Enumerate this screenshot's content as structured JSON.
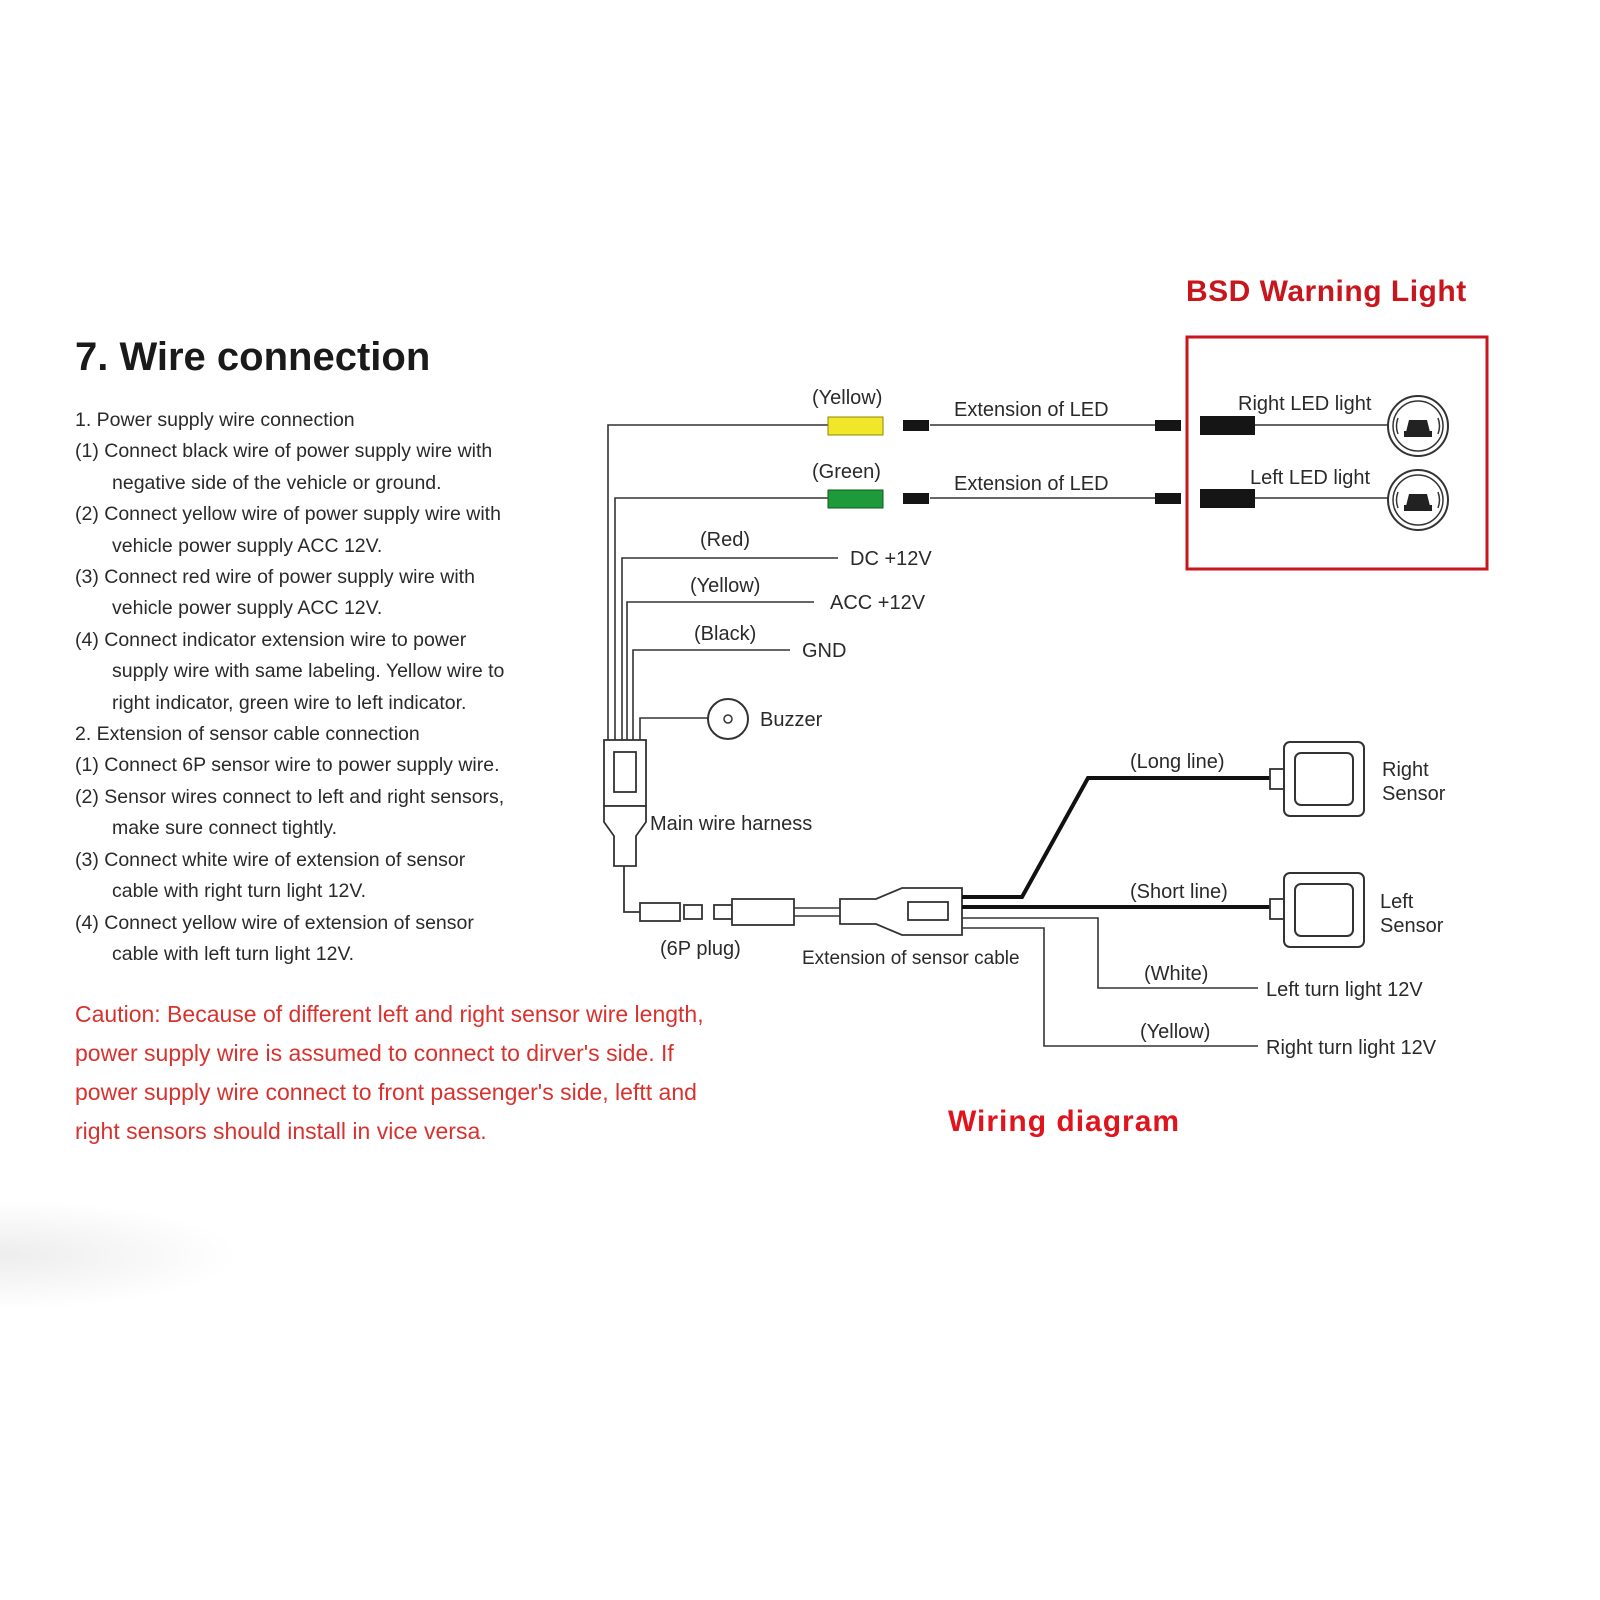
{
  "heading": "7. Wire connection",
  "instructions": [
    "1. Power supply wire connection",
    "(1) Connect black wire of power supply wire with",
    "negative side of the vehicle or ground.",
    "(2) Connect yellow wire of power supply wire with",
    "vehicle power supply ACC 12V.",
    "(3) Connect red wire of power supply wire with",
    "vehicle power supply ACC 12V.",
    "(4) Connect indicator extension wire to power",
    "supply wire with same labeling. Yellow wire to",
    "right indicator, green wire to left indicator.",
    "2. Extension of sensor cable connection",
    "(1) Connect 6P sensor wire to power supply wire.",
    "(2) Sensor wires connect to left and right sensors,",
    "make sure connect tightly.",
    "(3) Connect white wire of extension of sensor",
    "cable with right turn light 12V.",
    "(4) Connect yellow wire of extension of sensor",
    "cable with left turn light 12V."
  ],
  "caution": [
    "Caution: Because of different left and right sensor wire length,",
    "power supply wire is assumed to connect to dirver's side. If",
    "power supply wire connect to front passenger's side, leftt and",
    "right sensors should install in vice versa."
  ],
  "bsd_title": "BSD Warning Light",
  "wiring_title": "Wiring diagram",
  "colors": {
    "title_red": "#c8161c",
    "caution_red": "#d8322e",
    "yellow_connector": "#f2e62a",
    "green_connector": "#1f9a3a"
  },
  "diagram": {
    "yellow_label": "(Yellow)",
    "green_label": "(Green)",
    "ext_led_top": "Extension of  LED",
    "ext_led_bottom": "Extension of  LED",
    "right_led": "Right LED light",
    "left_led": "Left LED light",
    "red_label": "(Red)",
    "dc_label": "DC +12V",
    "yellow2_label": "(Yellow)",
    "acc_label": "ACC +12V",
    "black_label": "(Black)",
    "gnd_label": "GND",
    "buzzer_label": "Buzzer",
    "main_harness": "Main wire harness",
    "plug_6p": "(6P plug)",
    "ext_sensor": "Extension of sensor cable",
    "long_line": "(Long line)",
    "short_line": "(Short line)",
    "right_sensor_1": "Right",
    "right_sensor_2": "Sensor",
    "left_sensor_1": "Left",
    "left_sensor_2": "Sensor",
    "white_label": "(White)",
    "left_turn": "Left turn light 12V",
    "yellow3_label": "(Yellow)",
    "right_turn": "Right turn light 12V"
  }
}
